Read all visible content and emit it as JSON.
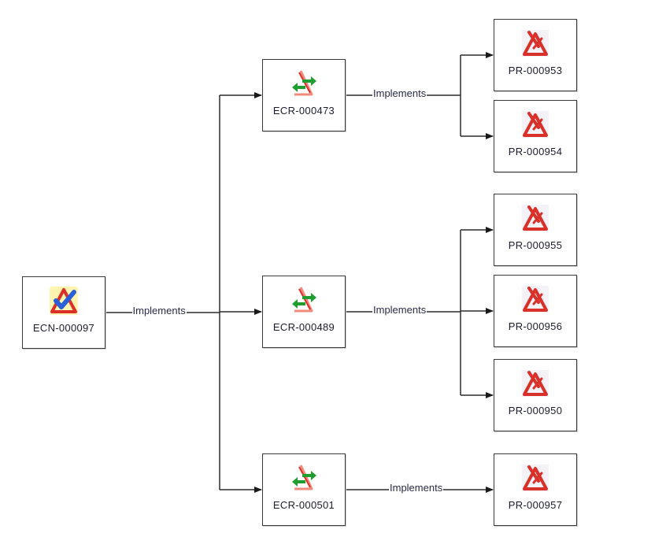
{
  "diagram": {
    "colors": {
      "line": "#2b2b2b",
      "node_border": "#3a3a3a",
      "pr_icon": "#d9302a",
      "ecr_icon_arrows": "#1f9e2f",
      "ecn_check": "#2a5fd8",
      "ecn_bg": "#fff3b0"
    },
    "nodes": [
      {
        "id": "ecn",
        "label": "ECN-000097",
        "type": "ECN",
        "icon": "ecn-check-triangle-icon"
      },
      {
        "id": "ecr1",
        "label": "ECR-000473",
        "type": "ECR",
        "icon": "ecr-exchange-arrows-icon"
      },
      {
        "id": "ecr2",
        "label": "ECR-000489",
        "type": "ECR",
        "icon": "ecr-exchange-arrows-icon"
      },
      {
        "id": "ecr3",
        "label": "ECR-000501",
        "type": "ECR",
        "icon": "ecr-exchange-arrows-icon"
      },
      {
        "id": "pr1",
        "label": "PR-000953",
        "type": "PR",
        "icon": "pr-problem-triangle-icon"
      },
      {
        "id": "pr2",
        "label": "PR-000954",
        "type": "PR",
        "icon": "pr-problem-triangle-icon"
      },
      {
        "id": "pr3",
        "label": "PR-000955",
        "type": "PR",
        "icon": "pr-problem-triangle-icon"
      },
      {
        "id": "pr4",
        "label": "PR-000956",
        "type": "PR",
        "icon": "pr-problem-triangle-icon"
      },
      {
        "id": "pr5",
        "label": "PR-000950",
        "type": "PR",
        "icon": "pr-problem-triangle-icon"
      },
      {
        "id": "pr6",
        "label": "PR-000957",
        "type": "PR",
        "icon": "pr-problem-triangle-icon"
      }
    ],
    "edges": [
      {
        "from": "ecn",
        "to": [
          "ecr1",
          "ecr2",
          "ecr3"
        ],
        "label": "Implements"
      },
      {
        "from": "ecr1",
        "to": [
          "pr1",
          "pr2"
        ],
        "label": "Implements"
      },
      {
        "from": "ecr2",
        "to": [
          "pr3",
          "pr4",
          "pr5"
        ],
        "label": "Implements"
      },
      {
        "from": "ecr3",
        "to": [
          "pr6"
        ],
        "label": "Implements"
      }
    ]
  }
}
